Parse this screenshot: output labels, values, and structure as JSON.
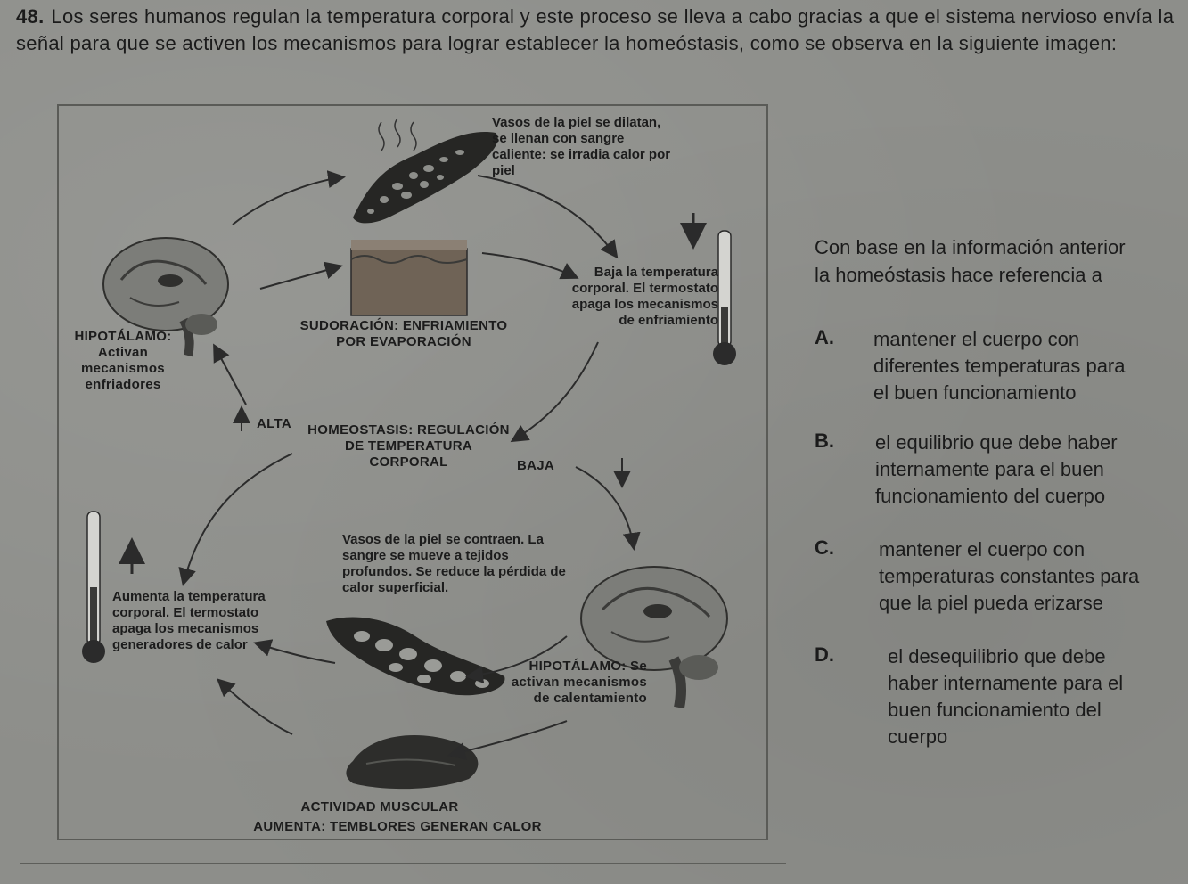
{
  "question": {
    "number": "48.",
    "intro": "Los seres humanos regulan la temperatura corporal y este proceso se lleva a cabo gracias a que el sistema nervioso envía la señal para que se activen los mecanismos para lograr establecer la homeóstasis, como se observa en la siguiente imagen:",
    "stem": "Con base en la información anterior la homeóstasis hace referencia a",
    "options": [
      {
        "letter": "A.",
        "text": "mantener el cuerpo con diferentes temperaturas para el buen funcionamiento"
      },
      {
        "letter": "B.",
        "text": "el equilibrio que debe haber internamente para el buen funcionamiento del cuerpo"
      },
      {
        "letter": "C.",
        "text": "mantener el cuerpo con temperaturas constantes para que la piel pueda erizarse"
      },
      {
        "letter": "D.",
        "text": "el desequilibrio que debe haber internamente para el buen funcionamiento del cuerpo"
      }
    ]
  },
  "figure": {
    "vessels_dilate": "Vasos de la piel se dilatan, se llenan con sangre caliente: se irradia calor por piel",
    "temp_drops": "Baja la temperatura corporal. El termostato apaga los mecanismos de enfriamiento",
    "sweating": "SUDORACIÓN: ENFRIAMIENTO POR EVAPORACIÓN",
    "hypothalamus_cool": "HIPOTÁLAMO: Activan mecanismos enfriadores",
    "high": "ALTA",
    "center_title": "HOMEOSTASIS: REGULACIÓN DE TEMPERATURA CORPORAL",
    "low": "BAJA",
    "vessels_constrict": "Vasos de la piel se contraen. La sangre se mueve a tejidos profundos. Se reduce la pérdida de calor superficial.",
    "temp_rises": "Aumenta la temperatura corporal. El termostato apaga los mecanismos generadores de calor",
    "hypothalamus_heat": "HIPOTÁLAMO: Se activan mecanismos de calentamiento",
    "muscle_activity": "ACTIVIDAD MUSCULAR",
    "shivering": "AUMENTA: TEMBLORES GENERAN CALOR"
  },
  "colors": {
    "ink": "#1b1b1b",
    "paper": "#8d8e8a",
    "tissue": "#2c2c2a",
    "skin": "#7a6d60"
  }
}
